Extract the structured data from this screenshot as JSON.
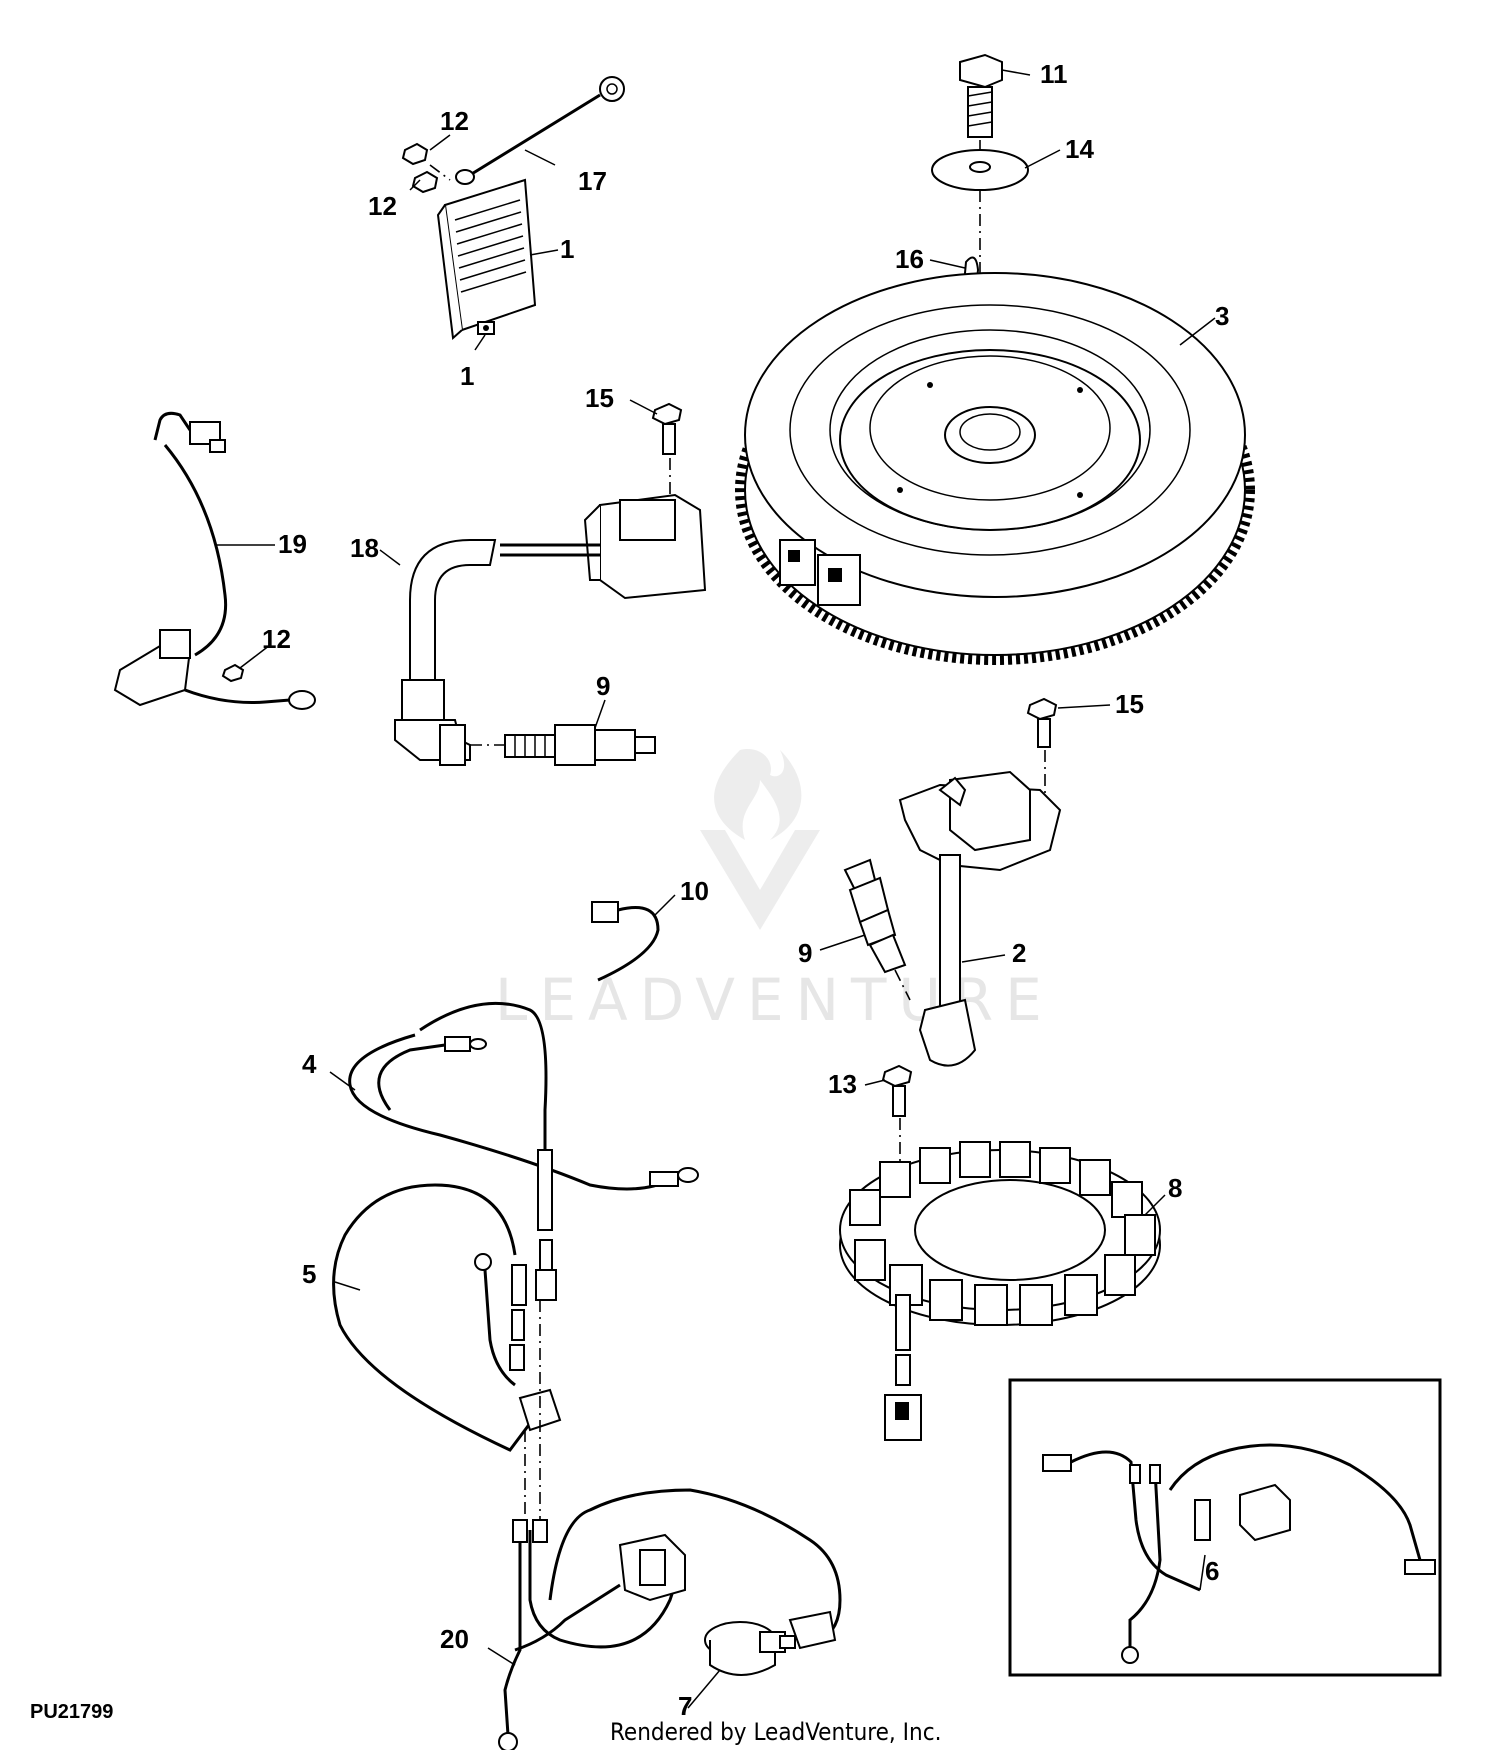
{
  "figure_id": "PU21799",
  "rendered_by": "Rendered by LeadVenture, Inc.",
  "watermark": "LEADVENTURE",
  "callouts": {
    "c1a": "1",
    "c1b": "1",
    "c2": "2",
    "c3": "3",
    "c4": "4",
    "c5": "5",
    "c6": "6",
    "c7": "7",
    "c8": "8",
    "c9a": "9",
    "c9b": "9",
    "c10": "10",
    "c11": "11",
    "c12a": "12",
    "c12b": "12",
    "c12c": "12",
    "c13": "13",
    "c14": "14",
    "c15a": "15",
    "c15b": "15",
    "c16": "16",
    "c17": "17",
    "c18": "18",
    "c19": "19",
    "c20": "20"
  },
  "icons": {
    "watermark": "flame-v-logo"
  }
}
